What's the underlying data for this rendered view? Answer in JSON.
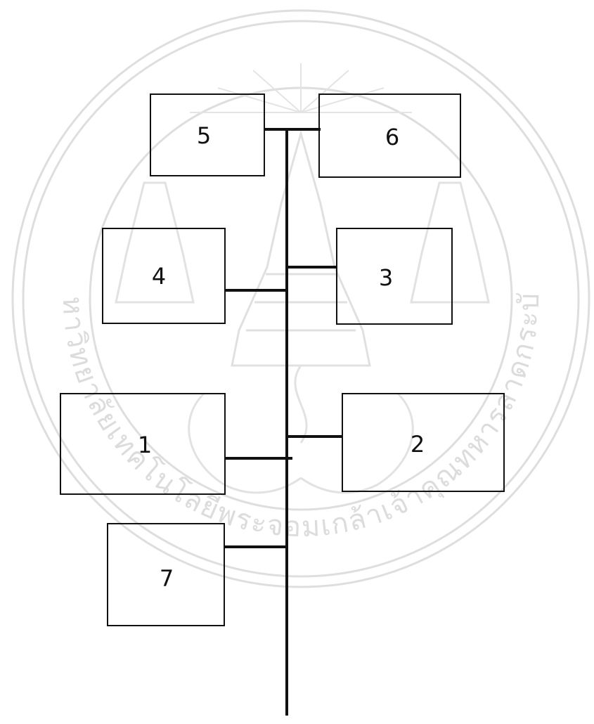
{
  "diagram": {
    "boxes": [
      {
        "id": "box-1",
        "label": "1"
      },
      {
        "id": "box-2",
        "label": "2"
      },
      {
        "id": "box-3",
        "label": "3"
      },
      {
        "id": "box-4",
        "label": "4"
      },
      {
        "id": "box-5",
        "label": "5"
      },
      {
        "id": "box-6",
        "label": "6"
      },
      {
        "id": "box-7",
        "label": "7"
      }
    ],
    "watermark": {
      "text": "มหาวิทยาลัยเทคโนโลยีพระจอมเกล้าเจ้าคุณทหารลาดกระบัง",
      "description": "faint circular university seal"
    },
    "colors": {
      "line": "#111111",
      "watermark": "#d9d9d9",
      "background": "#ffffff"
    }
  }
}
